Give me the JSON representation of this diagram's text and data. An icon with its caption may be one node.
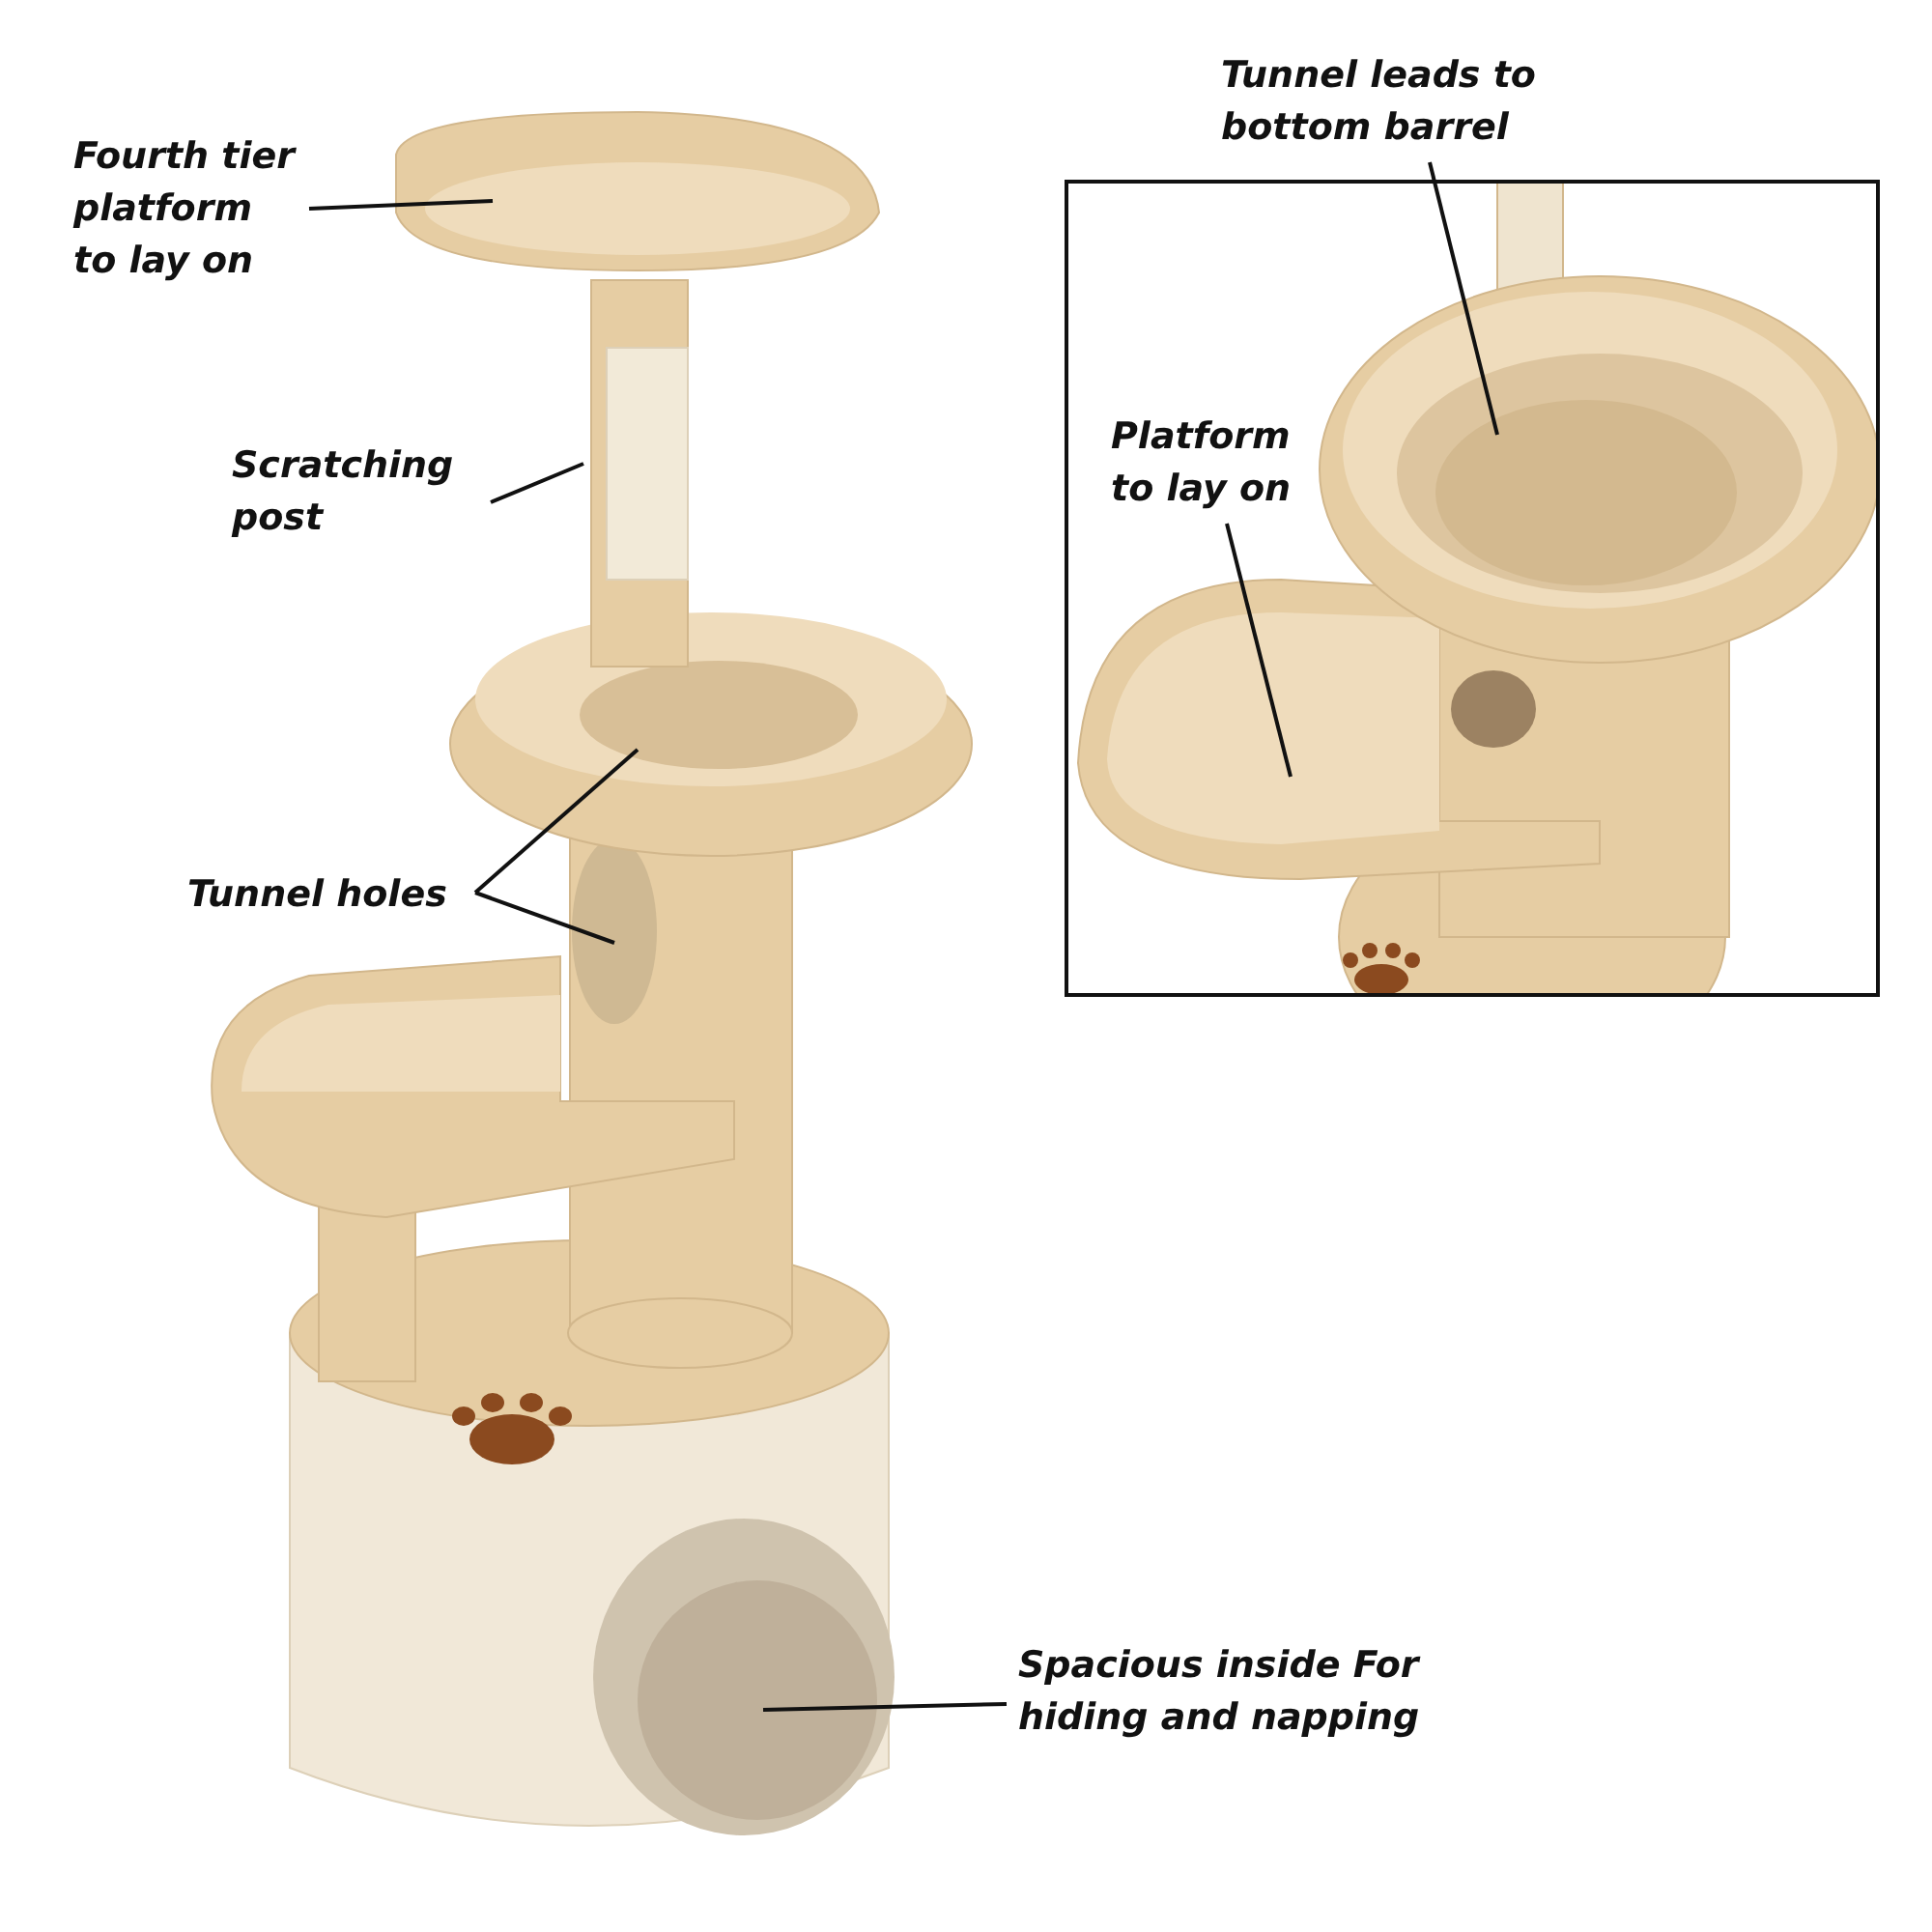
{
  "diagram": {
    "nodes": [
      {
        "text": [
          "Fourth tier platform to lay on"
        ]
      },
      {
        "text": [
          "Scratching post"
        ]
      },
      {
        "text": [
          "Tunnel holes"
        ]
      },
      {
        "text": [
          "Spacious inside For hiding and napping"
        ]
      },
      {
        "text": [],
        "shape": "picture"
      },
      {
        "text": [
          "Tunnel leads to bottom barrel"
        ]
      },
      {
        "text": [
          "Platform to lay on"
        ],
        "in": 4
      }
    ],
    "edges": [
      {
        "from": 0,
        "to": null,
        "arrow": "none"
      },
      {
        "from": 1,
        "to": null,
        "arrow": "none"
      },
      {
        "from": 2,
        "to": null,
        "arrow": "none"
      },
      {
        "from": 2,
        "to": null,
        "arrow": "none"
      },
      {
        "from": 3,
        "to": null,
        "arrow": "none"
      },
      {
        "from": 5,
        "to": null,
        "arrow": "none"
      },
      {
        "from": 6,
        "to": null,
        "arrow": "none"
      }
    ]
  }
}
